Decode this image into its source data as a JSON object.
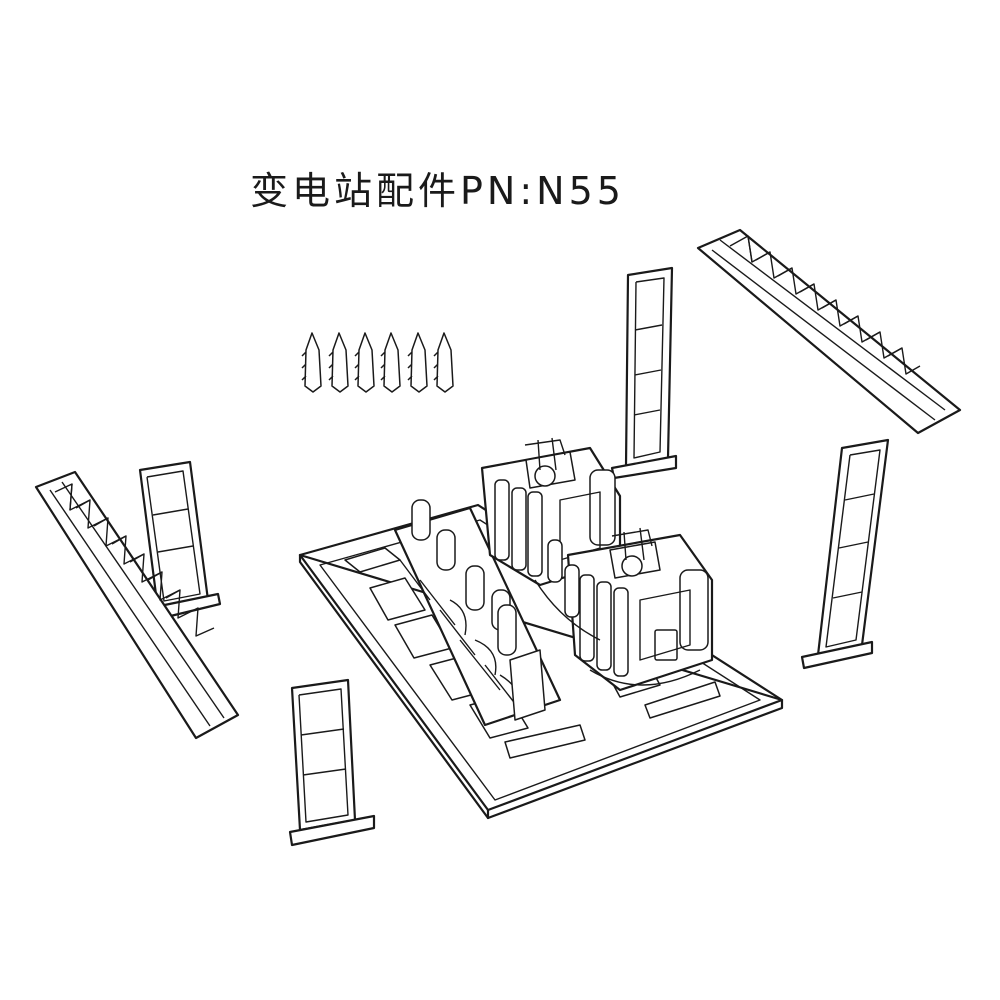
{
  "title": "变电站配件PN:N55",
  "parts": {
    "anchors": [
      "wall-anchor",
      "wall-anchor",
      "wall-anchor",
      "wall-anchor",
      "wall-anchor",
      "wall-anchor"
    ],
    "ladder_towers": [
      "ladder-tower",
      "ladder-tower",
      "ladder-tower",
      "ladder-tower"
    ],
    "truss_beams": [
      "truss-beam",
      "truss-beam"
    ],
    "base": "substation-base-plate",
    "transformers": [
      "transformer",
      "transformer"
    ]
  }
}
